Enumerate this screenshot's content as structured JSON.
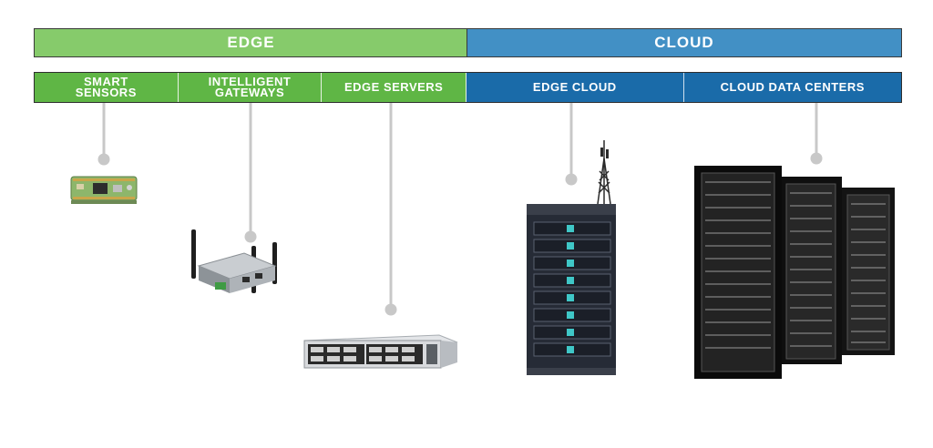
{
  "header": {
    "edge_label": "EDGE",
    "cloud_label": "CLOUD"
  },
  "categories": [
    {
      "line1": "SMART",
      "line2": "SENSORS",
      "group": "edge"
    },
    {
      "line1": "INTELLIGENT",
      "line2": "GATEWAYS",
      "group": "edge"
    },
    {
      "line1": "EDGE SERVERS",
      "line2": "",
      "group": "edge"
    },
    {
      "line1": "EDGE CLOUD",
      "line2": "",
      "group": "cloud"
    },
    {
      "line1": "CLOUD DATA CENTERS",
      "line2": "",
      "group": "cloud"
    }
  ],
  "colors": {
    "edge_band": "#86cb6b",
    "edge_category": "#5fb645",
    "cloud_band": "#4290c5",
    "cloud_category": "#1a6ba9",
    "connector": "#c8c8c8"
  },
  "icons": [
    "sensor-board-icon",
    "gateway-router-icon",
    "rack-server-icon",
    "cell-tower-server-icon",
    "data-center-racks-icon"
  ]
}
